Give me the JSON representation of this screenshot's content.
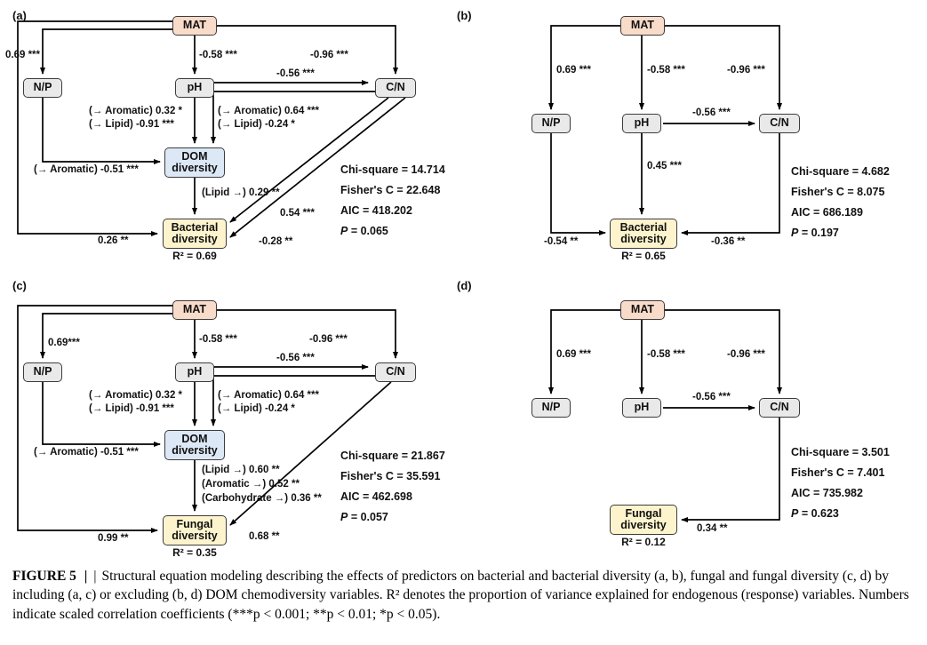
{
  "panels": {
    "a": {
      "tag": "(a)",
      "nodes": {
        "mat": "MAT",
        "np": "N/P",
        "ph": "pH",
        "cn": "C/N",
        "dom": "DOM diversity",
        "outcome": "Bacterial diversity"
      },
      "r2": "R² = 0.69",
      "edges": {
        "mat_np": "0.69 ***",
        "mat_ph": "-0.58 ***",
        "mat_cn": "-0.96 ***",
        "ph_cn": "-0.56 ***",
        "ph_dom_1": "(→ Aromatic) 0.32 *",
        "ph_dom_2": "(→ Lipid)  -0.91 ***",
        "cn_dom_1": "(→ Aromatic) 0.64 ***",
        "cn_dom_2": "(→ Lipid)  -0.24 *",
        "np_dom": "(→ Aromatic) -0.51 ***",
        "dom_out": "(Lipid →)  0.29 **",
        "cn_out": "0.54 ***",
        "right_out2": "-0.28 **",
        "left_out": "0.26 **"
      },
      "stats": {
        "chisq": "Chi-square = 14.714",
        "fisher": "Fisher's C = 22.648",
        "aic": "AIC = 418.202",
        "p_label": "P",
        "p_value": " = 0.065"
      }
    },
    "b": {
      "tag": "(b)",
      "nodes": {
        "mat": "MAT",
        "np": "N/P",
        "ph": "pH",
        "cn": "C/N",
        "outcome": "Bacterial diversity"
      },
      "r2": "R² = 0.65",
      "edges": {
        "mat_np": "0.69 ***",
        "mat_ph": "-0.58 ***",
        "mat_cn": "-0.96 ***",
        "ph_cn": "-0.56 ***",
        "ph_out": "0.45 ***",
        "np_out": "-0.54 **",
        "cn_out": "-0.36 **"
      },
      "stats": {
        "chisq": "Chi-square = 4.682",
        "fisher": "Fisher's C = 8.075",
        "aic": "AIC = 686.189",
        "p_label": "P",
        "p_value": " = 0.197"
      }
    },
    "c": {
      "tag": "(c)",
      "nodes": {
        "mat": "MAT",
        "np": "N/P",
        "ph": "pH",
        "cn": "C/N",
        "dom": "DOM diversity",
        "outcome": "Fungal diversity"
      },
      "r2": "R² = 0.35",
      "edges": {
        "mat_np": "0.69***",
        "mat_ph": "-0.58 ***",
        "mat_cn": "-0.96 ***",
        "ph_cn": "-0.56 ***",
        "ph_dom_1": "(→ Aromatic) 0.32 *",
        "ph_dom_2": "(→ Lipid)  -0.91 ***",
        "cn_dom_1": "(→ Aromatic) 0.64 ***",
        "cn_dom_2": "(→ Lipid)  -0.24 *",
        "np_dom": "(→ Aromatic) -0.51 ***",
        "dom_out_1": "(Lipid →)  0.60 **",
        "dom_out_2": "(Aromatic →)  0.52 **",
        "dom_out_3": "(Carbohydrate →) 0.36 **",
        "left_out": "0.99 **",
        "cn_out": "0.68 **"
      },
      "stats": {
        "chisq": "Chi-square = 21.867",
        "fisher": "Fisher's C = 35.591",
        "aic": "AIC = 462.698",
        "p_label": "P",
        "p_value": " = 0.057"
      }
    },
    "d": {
      "tag": "(d)",
      "nodes": {
        "mat": "MAT",
        "np": "N/P",
        "ph": "pH",
        "cn": "C/N",
        "outcome": "Fungal diversity"
      },
      "r2": "R² = 0.12",
      "edges": {
        "mat_np": "0.69 ***",
        "mat_ph": "-0.58 ***",
        "mat_cn": "-0.96 ***",
        "ph_cn": "-0.56 ***",
        "cn_out": "0.34 **"
      },
      "stats": {
        "chisq": "Chi-square = 3.501",
        "fisher": "Fisher's C = 7.401",
        "aic": "AIC = 735.982",
        "p_label": "P",
        "p_value": " = 0.623"
      }
    }
  },
  "caption": {
    "label": "FIGURE 5",
    "sep1": "|",
    "sep2": "|",
    "body": "Structural equation modeling describing the effects of predictors on bacterial and bacterial diversity (a, b), fungal and fungal diversity (c, d) by including (a, c) or excluding (b, d) DOM chemodiversity variables. R² denotes the proportion of variance explained for endogenous (response) variables. Numbers indicate scaled correlation coefficients (***p < 0.001; **p < 0.01; *p < 0.05)."
  },
  "colors": {
    "mat_fill": "#f9dbc9",
    "predictor_fill": "#e9e9e9",
    "dom_fill": "#dce8f5",
    "outcome_fill": "#fdf4cd",
    "box_border": "#3c3c3c",
    "arrow": "#000000"
  }
}
